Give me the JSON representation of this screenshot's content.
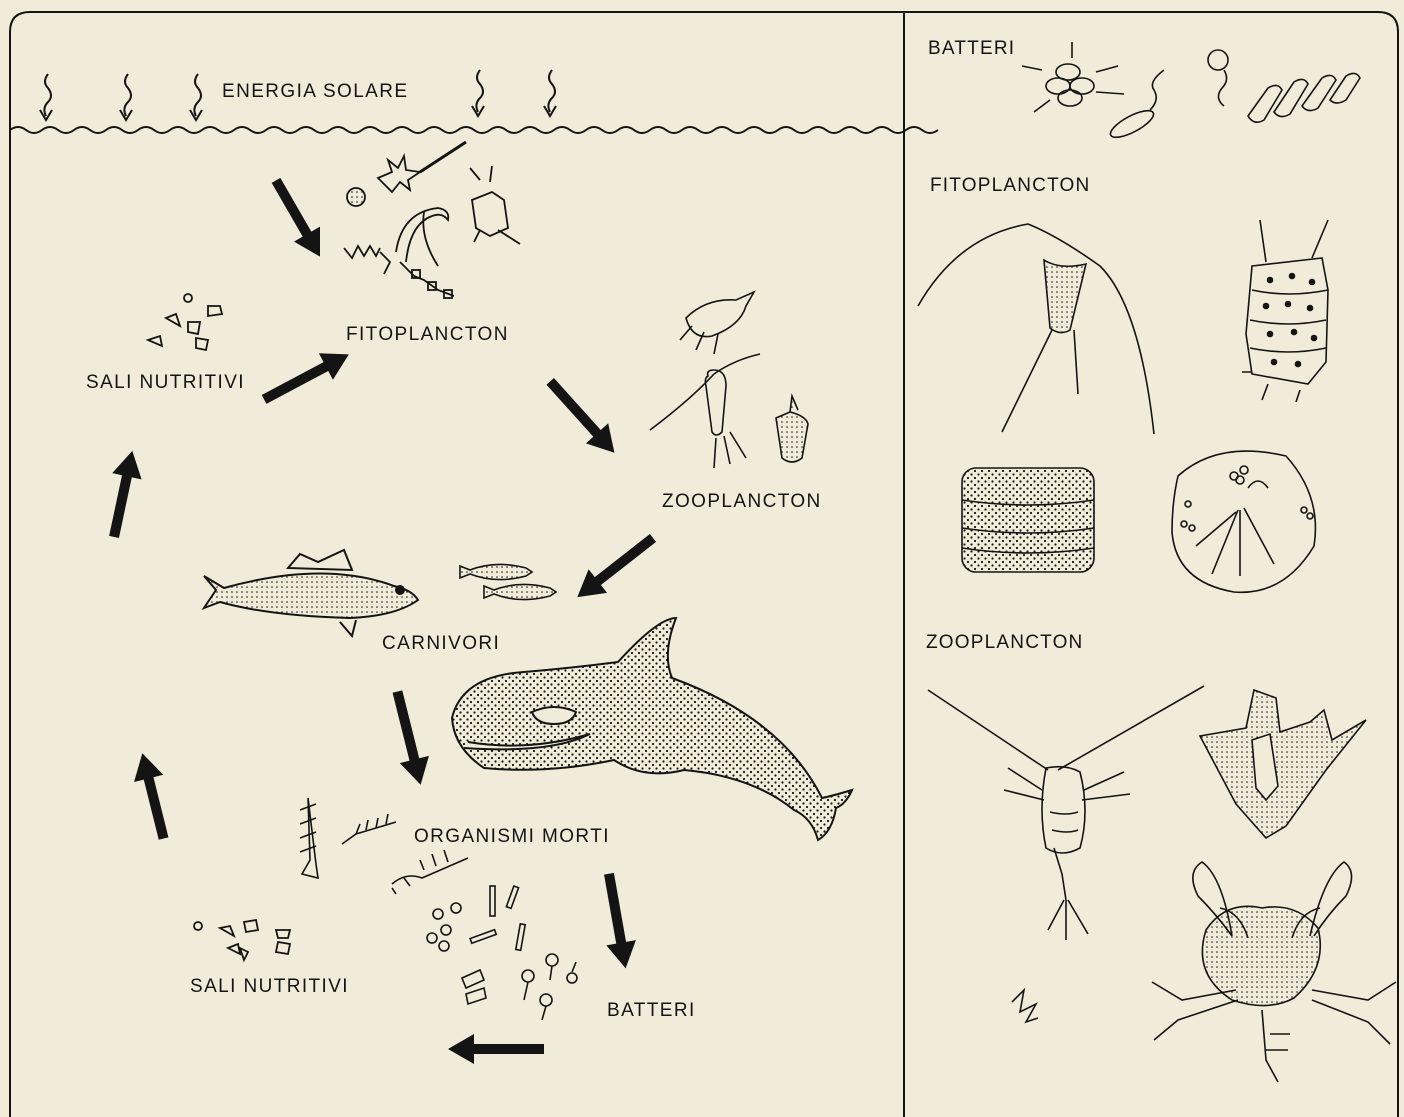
{
  "cycle": {
    "solar_energy": "ENERGIA SOLARE",
    "phytoplankton": "FITOPLANCTON",
    "nutrients_top": "SALI NUTRITIVI",
    "zooplankton": "ZOOPLANCTON",
    "carnivores": "CARNIVORI",
    "dead_organisms": "ORGANISMI MORTI",
    "nutrients_bottom": "SALI NUTRITIVI",
    "bacteria": "BATTERI"
  },
  "panel": {
    "bacteria_heading": "BATTERI",
    "phytoplankton_heading": "FITOPLANCTON",
    "zooplankton_heading": "ZOOPLANCTON"
  },
  "colors": {
    "paper": "#f1ecd9",
    "ink": "#141414"
  }
}
